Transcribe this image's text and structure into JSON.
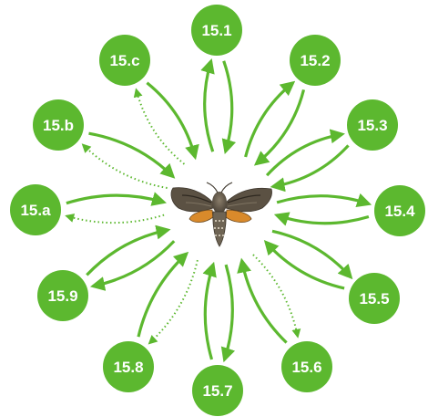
{
  "colors": {
    "node_fill": "#5cb82f",
    "arrow": "#5cb82f",
    "label_text": "#ffffff",
    "background": "#ffffff"
  },
  "center": {
    "image": "hawk-moth-illustration"
  },
  "nodes": [
    {
      "id": "15.1",
      "label": "15.1"
    },
    {
      "id": "15.2",
      "label": "15.2"
    },
    {
      "id": "15.3",
      "label": "15.3"
    },
    {
      "id": "15.4",
      "label": "15.4"
    },
    {
      "id": "15.5",
      "label": "15.5"
    },
    {
      "id": "15.6",
      "label": "15.6"
    },
    {
      "id": "15.7",
      "label": "15.7"
    },
    {
      "id": "15.8",
      "label": "15.8"
    },
    {
      "id": "15.9",
      "label": "15.9"
    },
    {
      "id": "15.a",
      "label": "15.a"
    },
    {
      "id": "15.b",
      "label": "15.b"
    },
    {
      "id": "15.c",
      "label": "15.c"
    }
  ],
  "links": [
    {
      "node": "15.1",
      "to_center": "solid",
      "from_center": "solid"
    },
    {
      "node": "15.2",
      "to_center": "solid",
      "from_center": "solid"
    },
    {
      "node": "15.3",
      "to_center": "solid",
      "from_center": "solid"
    },
    {
      "node": "15.4",
      "to_center": "solid",
      "from_center": "solid"
    },
    {
      "node": "15.5",
      "to_center": "solid",
      "from_center": "solid"
    },
    {
      "node": "15.6",
      "to_center": "solid",
      "from_center": "dotted"
    },
    {
      "node": "15.7",
      "to_center": "solid",
      "from_center": "solid"
    },
    {
      "node": "15.8",
      "to_center": "solid",
      "from_center": "dotted"
    },
    {
      "node": "15.9",
      "to_center": "solid",
      "from_center": "solid"
    },
    {
      "node": "15.a",
      "to_center": "solid",
      "from_center": "dotted"
    },
    {
      "node": "15.b",
      "to_center": "solid",
      "from_center": "dotted"
    },
    {
      "node": "15.c",
      "to_center": "solid",
      "from_center": "dotted"
    }
  ]
}
